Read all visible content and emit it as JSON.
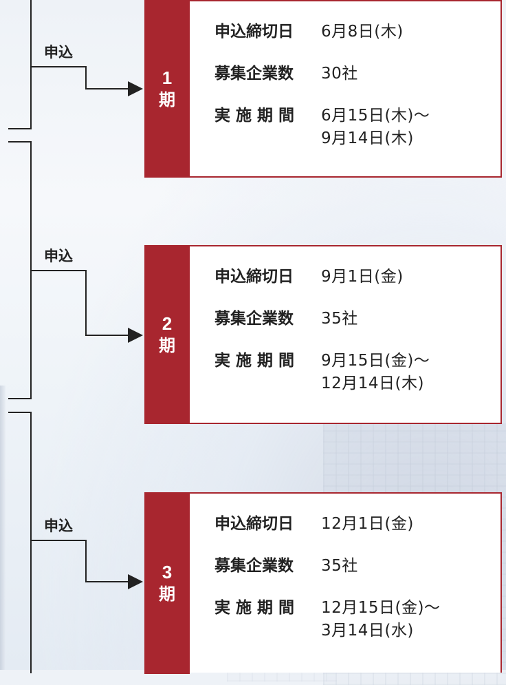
{
  "apply_label": "申込",
  "field_labels": {
    "deadline": "申込締切日",
    "companies": "募集企業数",
    "period": "実 施 期 間"
  },
  "periods": [
    {
      "number": "1",
      "suffix": "期",
      "deadline": "6月8日(木)",
      "companies": "30社",
      "period": "6月15日(木)～\n9月14日(木)"
    },
    {
      "number": "2",
      "suffix": "期",
      "deadline": "9月1日(金)",
      "companies": "35社",
      "period": "9月15日(金)～\n12月14日(木)"
    },
    {
      "number": "3",
      "suffix": "期",
      "deadline": "12月1日(金)",
      "companies": "35社",
      "period": "12月15日(金)～\n3月14日(水)"
    }
  ],
  "colors": {
    "accent": "#a8262f",
    "line": "#222222"
  }
}
